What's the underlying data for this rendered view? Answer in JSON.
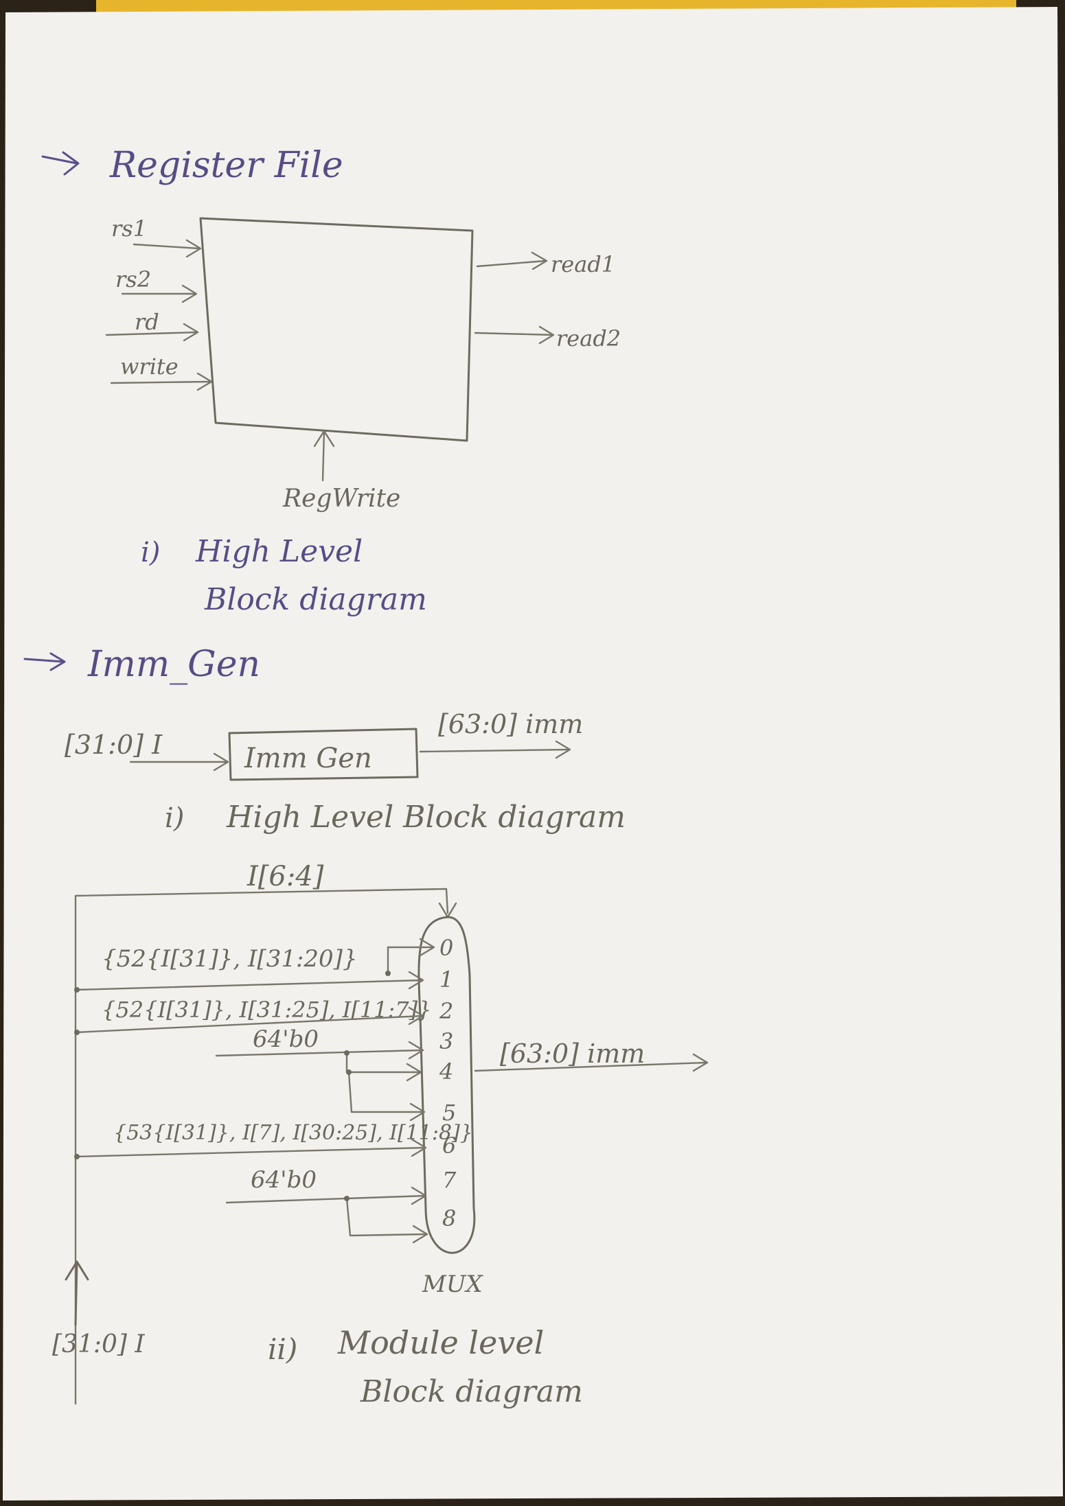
{
  "sections": {
    "register_file": {
      "heading": "Register File",
      "inputs": [
        "rs1",
        "rs2",
        "rd",
        "write"
      ],
      "outputs": [
        "read1",
        "read2"
      ],
      "control": "RegWrite",
      "caption_marker": "i)",
      "caption_line1": "High Level",
      "caption_line2": "Block diagram"
    },
    "imm_gen": {
      "heading": "Imm_Gen",
      "input_label": "[31:0] I",
      "block_label": "Imm Gen",
      "output_label": "[63:0] imm",
      "caption_marker": "i)",
      "caption": "High Level Block diagram"
    },
    "module_level": {
      "select_label": "I[6:4]",
      "mux_inputs": [
        {
          "label": "{52{I[31]}, I[31:20]}"
        },
        {
          "label": "{52{I[31]}, I[31:25], I[11:7]}"
        },
        {
          "label": "64'b0"
        },
        {
          "label": "{53{I[31]}, I[7], I[30:25], I[11:8]}"
        },
        {
          "label": "64'b0"
        }
      ],
      "mux_indices": [
        "0",
        "1",
        "2",
        "3",
        "4",
        "5",
        "6",
        "7",
        "8"
      ],
      "mux_label": "MUX",
      "output_label": "[63:0] imm",
      "input_label": "[31:0] I",
      "caption_marker": "ii)",
      "caption_line1": "Module level",
      "caption_line2": "Block diagram"
    }
  },
  "colors": {
    "paper": "#f2f1ed",
    "pencil": "#6e6a5e",
    "blue_ink": "#564d86",
    "yellow_edge": "#e7b52c"
  }
}
